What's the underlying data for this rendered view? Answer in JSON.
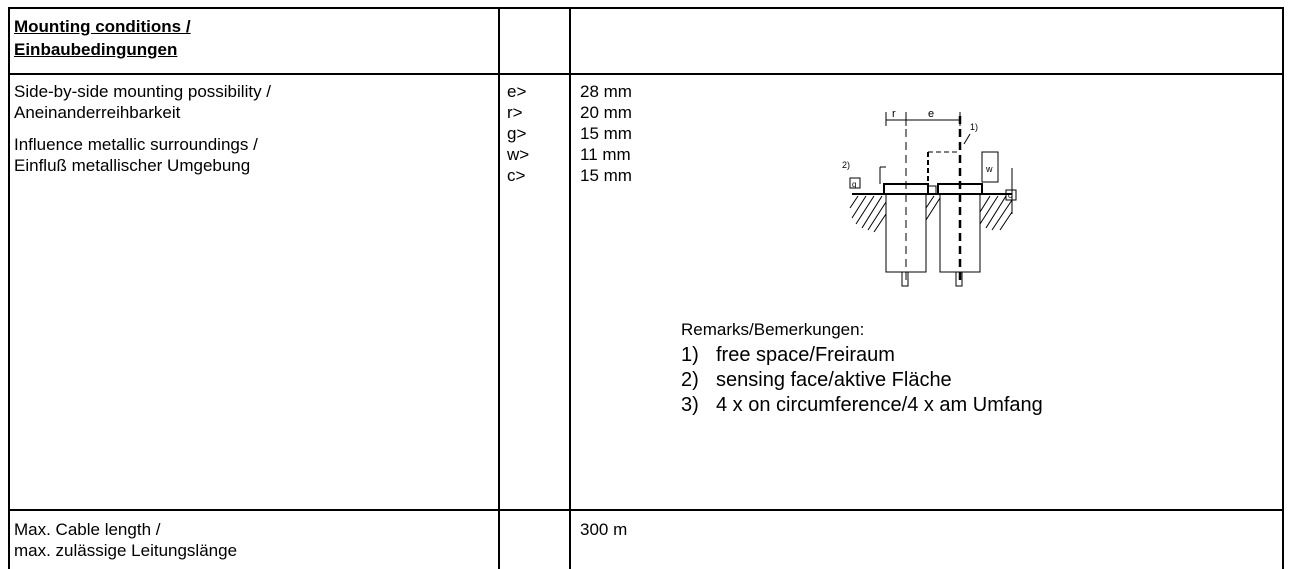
{
  "header": {
    "title_line1": "Mounting conditions /",
    "title_line2": "Einbaubedingungen"
  },
  "mounting": {
    "label_lines": [
      "Side-by-side mounting possibility /",
      "Aneinanderreihbarkeit",
      "Influence metallic surroundings /",
      "Einfluß metallischer Umgebung"
    ],
    "symbols": [
      "e>",
      "r>",
      "g>",
      "w>",
      "c>"
    ],
    "values": [
      "28 mm",
      "20 mm",
      "15 mm",
      "11 mm",
      "15 mm"
    ]
  },
  "diagram": {
    "label_r": "r",
    "label_e": "e",
    "note_1": "1)",
    "note_2": "2)",
    "label_g": "g",
    "label_w": "w",
    "label_c": "c"
  },
  "remarks": {
    "title": "Remarks/Bemerkungen:",
    "items": [
      {
        "num": "1)",
        "text": "free space/Freiraum"
      },
      {
        "num": "2)",
        "text": "sensing face/aktive Fläche"
      },
      {
        "num": "3)",
        "text": "4 x on circumference/4 x am Umfang"
      }
    ]
  },
  "cable": {
    "label_line1": "Max. Cable length /",
    "label_line2": "max. zulässige Leitungslänge",
    "value": "300 m"
  }
}
